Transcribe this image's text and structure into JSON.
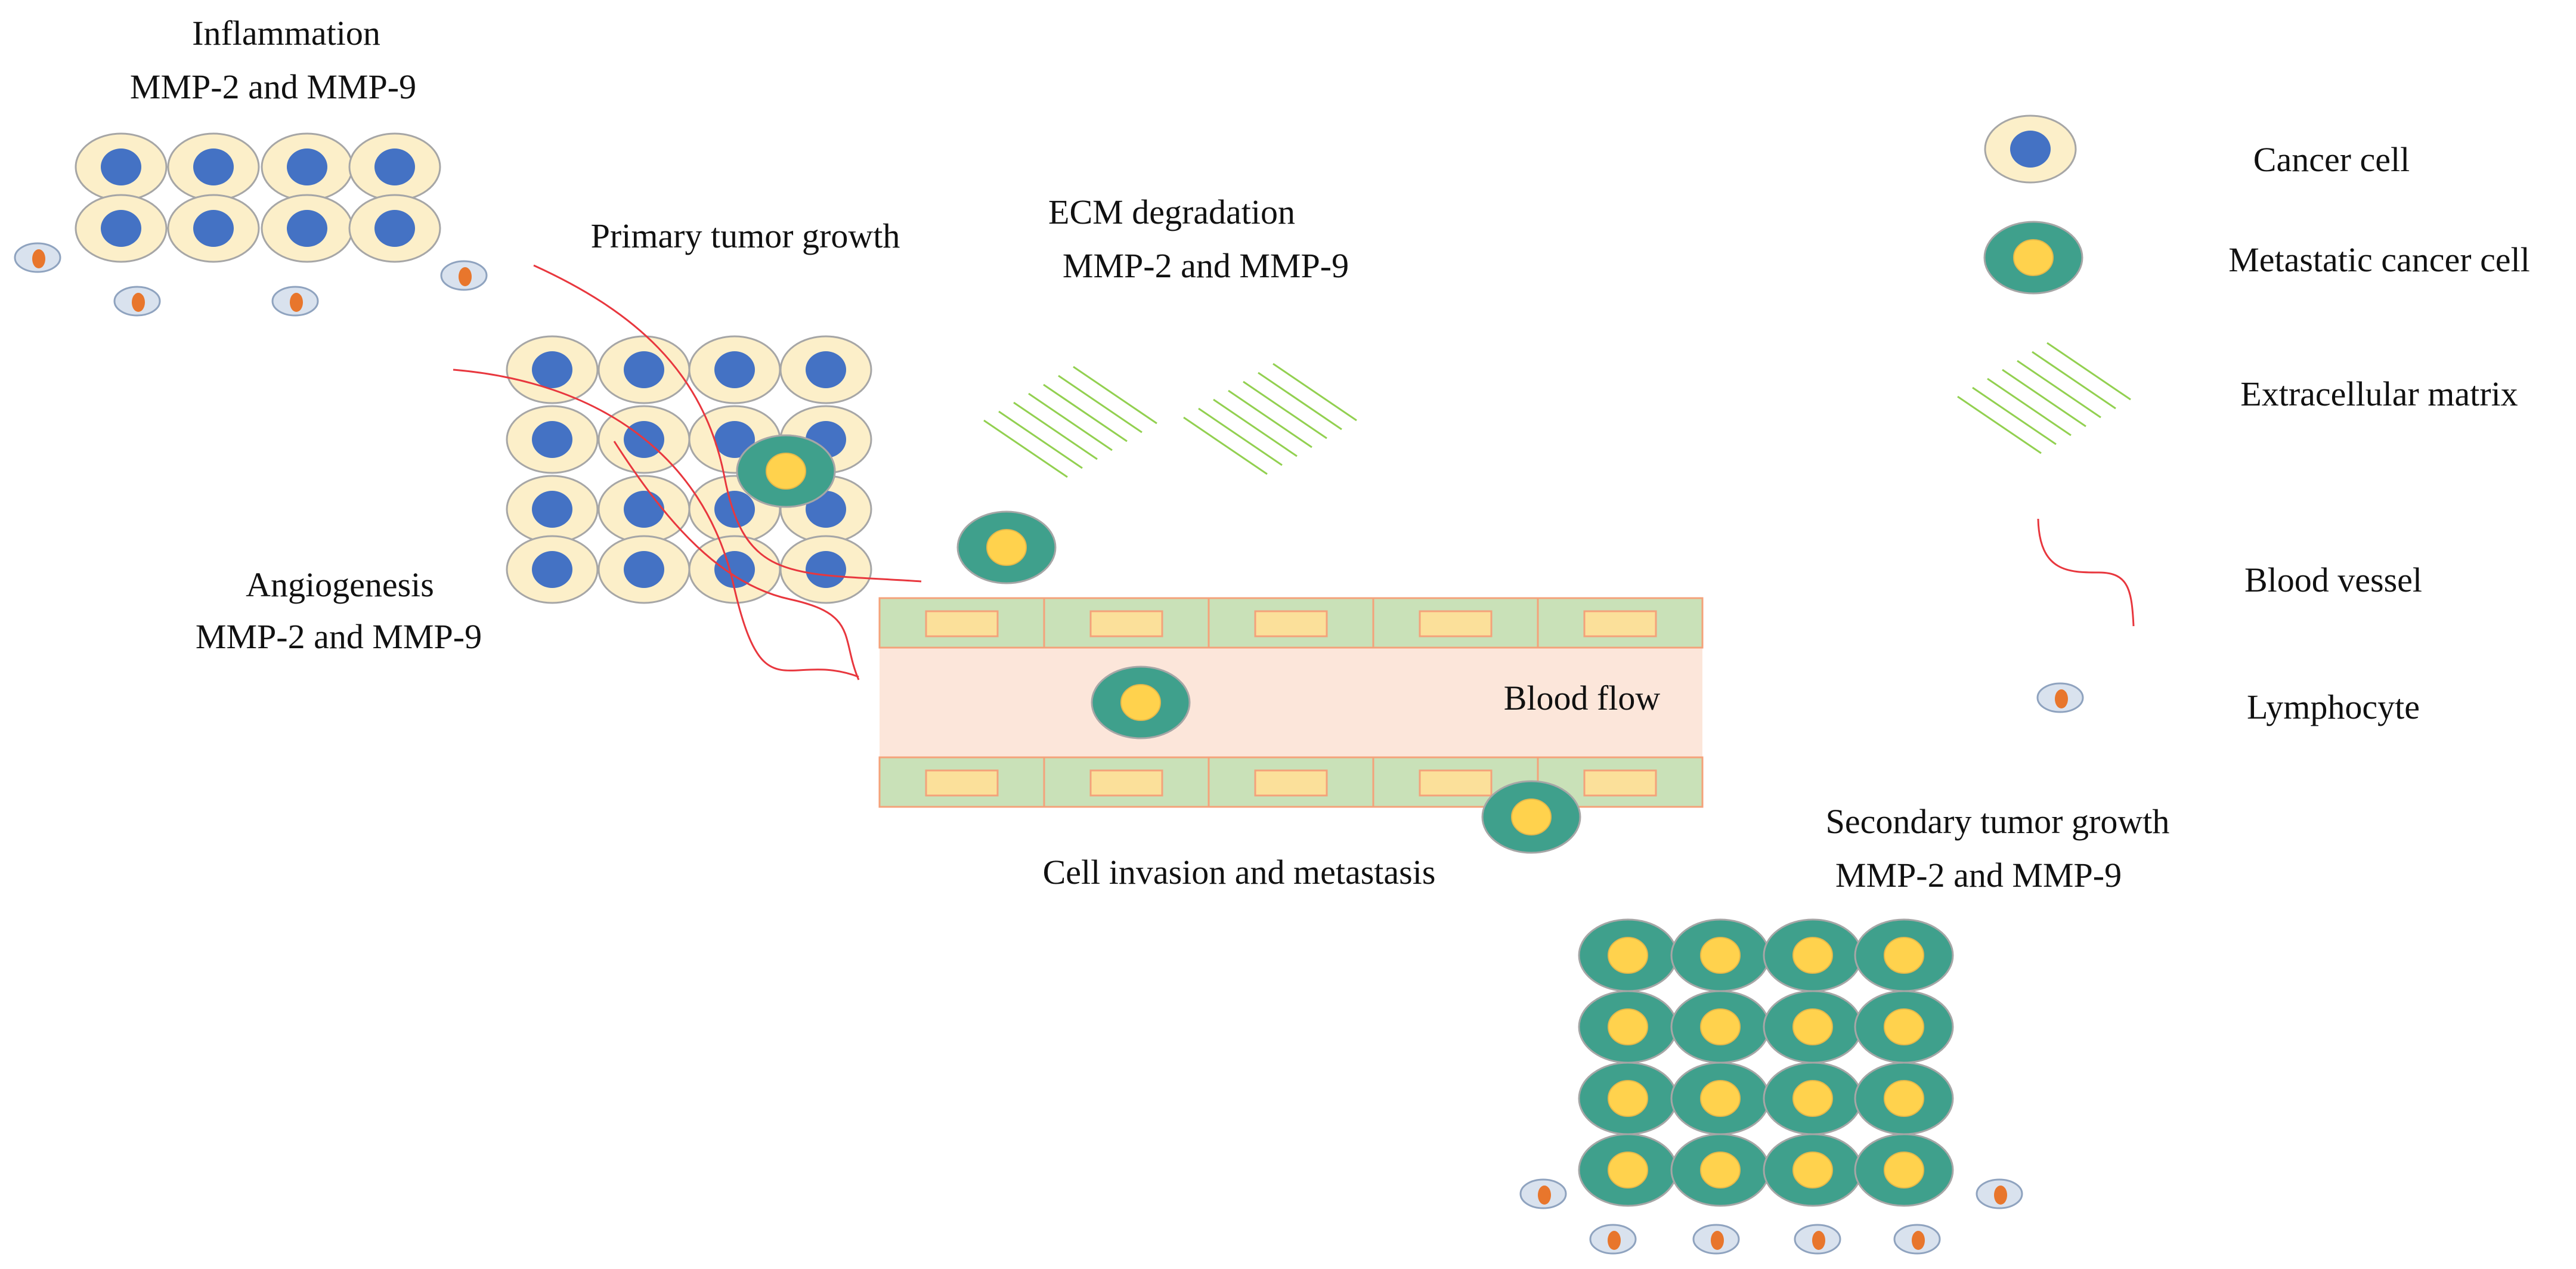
{
  "labels": {
    "inflammation_title": "Inflammation",
    "inflammation_mmp": "MMP-2 and MMP-9",
    "primary_tumor_growth": "Primary tumor growth",
    "ecm_title": "ECM degradation",
    "ecm_mmp": "MMP-2 and MMP-9",
    "angiogenesis_title": "Angiogenesis",
    "angiogenesis_mmp": "MMP-2 and MMP-9",
    "blood_flow": "Blood flow",
    "cell_invasion": "Cell invasion and metastasis",
    "secondary_title": "Secondary tumor growth",
    "secondary_mmp": "MMP-2 and MMP-9"
  },
  "legend": [
    {
      "id": "cancer-cell",
      "label": "Cancer cell"
    },
    {
      "id": "metastatic-cancer-cell",
      "label": "Metastatic cancer cell"
    },
    {
      "id": "extracellular-matrix",
      "label": "Extracellular matrix"
    },
    {
      "id": "blood-vessel",
      "label": "Blood vessel"
    },
    {
      "id": "lymphocyte",
      "label": "Lymphocyte"
    }
  ],
  "colors": {
    "cancer_cell_body": "#FCEFC9",
    "cancer_cell_nucleus": "#4472C4",
    "cell_outline": "#A6A6A6",
    "metastatic_cell_body": "#3FA08C",
    "metastatic_cell_nucleus": "#FFD24D",
    "ecm_line": "#92D050",
    "blood_vessel_line": "#E8373E",
    "vessel_wall_fill": "#C9E1B8",
    "vessel_wall_border": "#F4A27A",
    "endothelial_block": "#FBE09A",
    "vessel_lumen": "#FCE6DA",
    "lymphocyte_body": "#D9E2EE",
    "lymphocyte_nucleus": "#E8762C"
  }
}
